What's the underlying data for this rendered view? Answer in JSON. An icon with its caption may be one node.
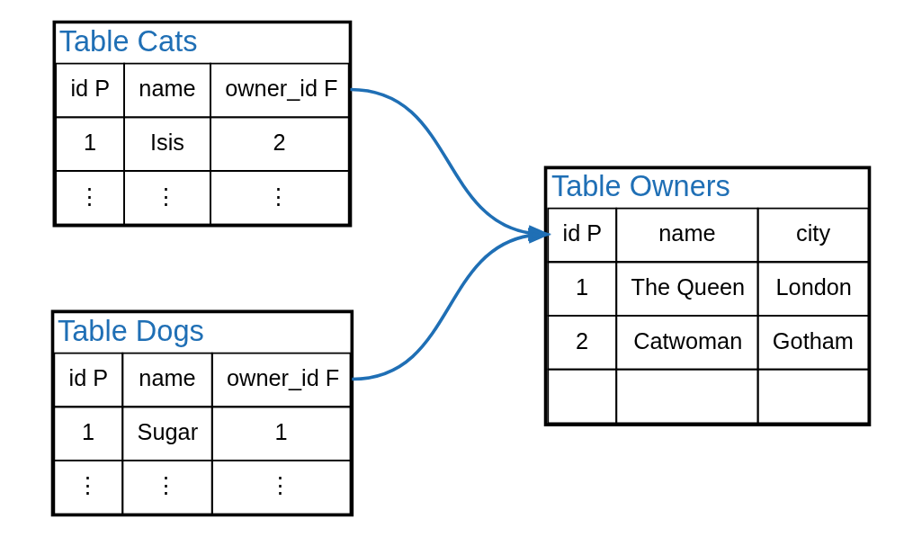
{
  "diagram": {
    "nodes": [
      {
        "text": [
          "Table Cats",
          "id P",
          "name",
          "owner_id F",
          "1",
          "Isis",
          "2",
          "⋮",
          "⋮",
          "⋮"
        ]
      },
      {
        "text": [
          "Table Dogs",
          "id P",
          "name",
          "owner_id F",
          "1",
          "Sugar",
          "1",
          "⋮",
          "⋮",
          "⋮"
        ]
      },
      {
        "text": [
          "Table Owners",
          "id P",
          "name",
          "city",
          "1",
          "The Queen",
          "London",
          "2",
          "Catwoman",
          "Gotham"
        ]
      }
    ],
    "edges": [
      {
        "from": 0,
        "to": 2,
        "arrow": "to"
      },
      {
        "from": 1,
        "to": 2,
        "arrow": "to"
      }
    ]
  }
}
